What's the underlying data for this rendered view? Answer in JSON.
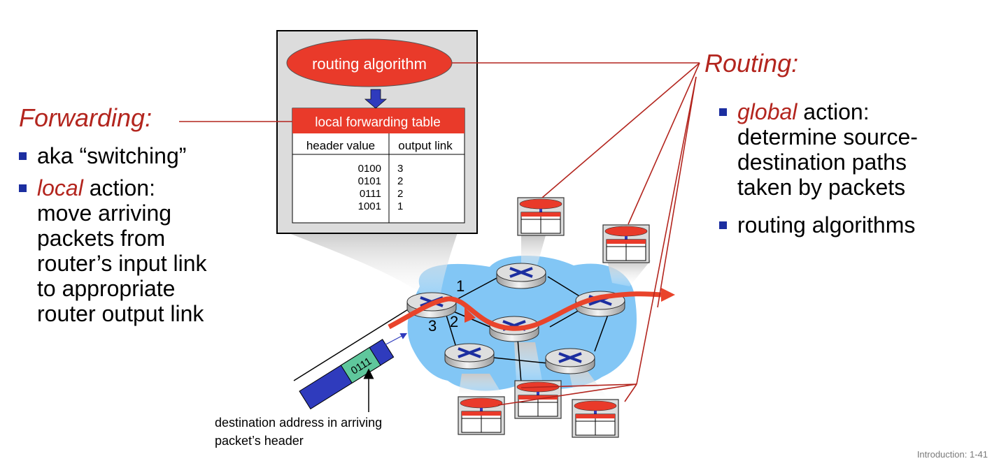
{
  "forwarding": {
    "heading": "Forwarding:",
    "bullets": [
      {
        "text": "aka “switching”"
      },
      {
        "emphasis": "local",
        "text": " action:",
        "continuation": [
          "move arriving",
          "packets from",
          "router’s input link",
          "to appropriate",
          "router output link"
        ]
      }
    ]
  },
  "routing": {
    "heading": "Routing:",
    "bullets": [
      {
        "emphasis": "global",
        "text": " action:",
        "continuation": [
          "determine source-",
          "destination paths",
          "taken by packets"
        ]
      },
      {
        "text": "routing algorithms"
      }
    ]
  },
  "router_detail": {
    "algorithm_label": "routing algorithm",
    "table_title": "local forwarding table",
    "columns": [
      "header value",
      "output link"
    ],
    "rows": [
      {
        "header_value": "0100",
        "output_link": "3"
      },
      {
        "header_value": "0101",
        "output_link": "2"
      },
      {
        "header_value": "0111",
        "output_link": "2"
      },
      {
        "header_value": "1001",
        "output_link": "1"
      }
    ]
  },
  "network": {
    "link_labels": [
      "1",
      "2",
      "3"
    ],
    "packet_header": "0111"
  },
  "caption": [
    "destination address in arriving",
    "packet’s header"
  ],
  "footer": "Introduction: 1-41",
  "colors": {
    "accent_red": "#b3251e",
    "algorithm_red": "#e93a2a",
    "bullet_blue": "#1c2ea0",
    "cloud_blue": "#82c6f5",
    "packet_blue": "#2f3bbd",
    "header_green": "#5fc79c",
    "panel_gray": "#dcdcdc"
  }
}
